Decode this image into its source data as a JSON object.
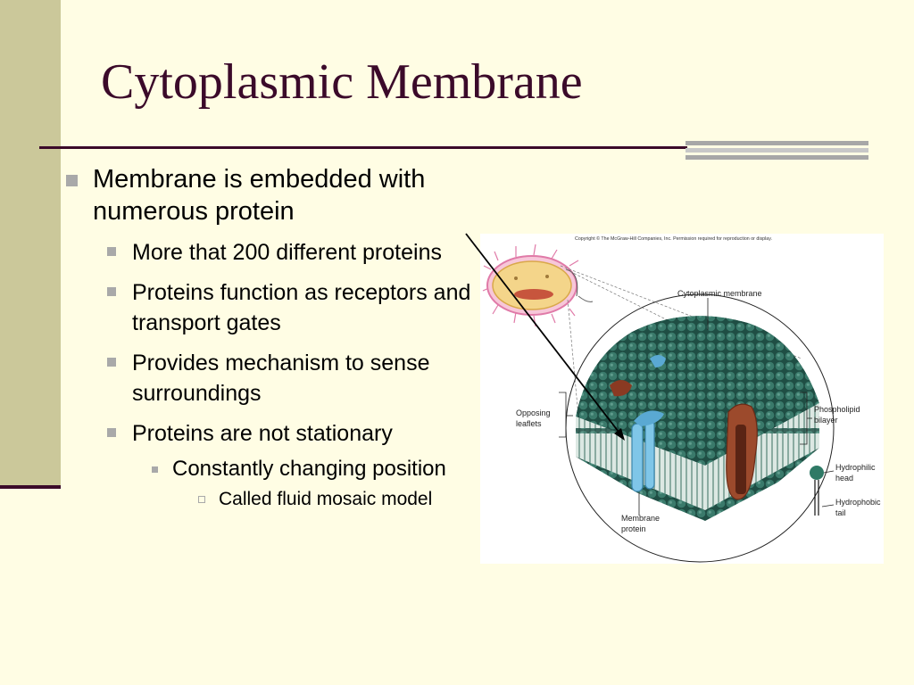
{
  "slide": {
    "title": "Cytoplasmic Membrane",
    "bullets": {
      "b1": "Membrane is embedded with numerous protein",
      "b1_1": "More that 200 different proteins",
      "b1_2": "Proteins function as receptors and transport gates",
      "b1_3": "Provides mechanism to sense surroundings",
      "b1_4": "Proteins are not stationary",
      "b1_4_1": "Constantly changing position",
      "b1_4_1_1": "Called fluid mosaic model"
    }
  },
  "figure": {
    "copyright": "Copyright © The McGraw-Hill Companies, Inc. Permission required for reproduction or display.",
    "labels": {
      "cytoplasmic_membrane": "Cytoplasmic membrane",
      "opposing_1": "Opposing",
      "opposing_2": "leaflets",
      "phospholipid_1": "Phospholipid",
      "phospholipid_2": "bilayer",
      "hydrophilic_1": "Hydrophilic",
      "hydrophilic_2": "head",
      "hydrophobic_1": "Hydrophobic",
      "hydrophobic_2": "tail",
      "membrane_1": "Membrane",
      "membrane_2": "protein"
    },
    "colors": {
      "head": "#2f6b5e",
      "tails": "#9fbcb4",
      "transport_protein": "#7fc6e8",
      "globular_protein": "#8a3a22",
      "cell_outline": "#e07aa8"
    }
  }
}
